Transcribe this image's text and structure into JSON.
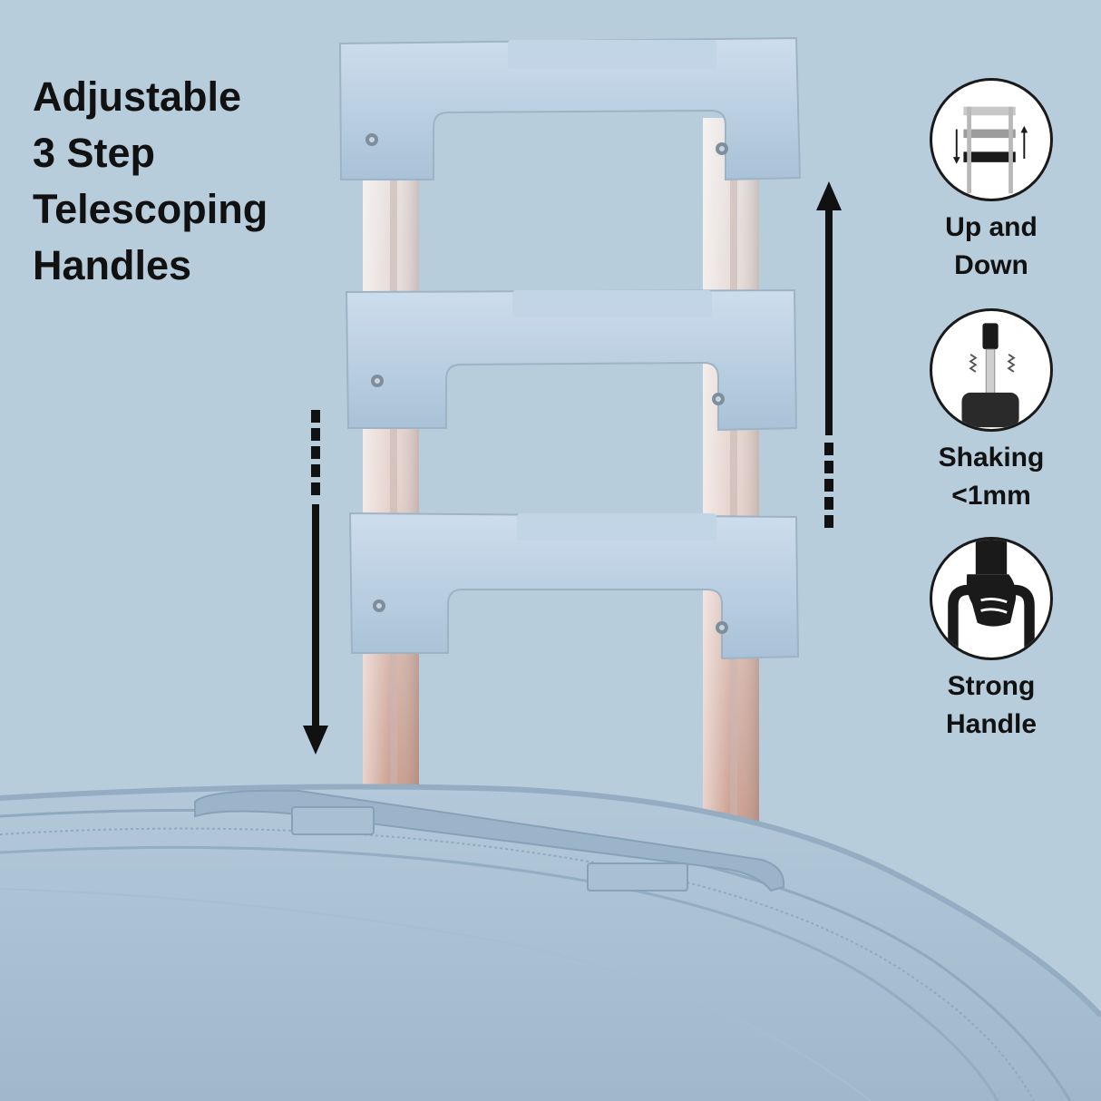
{
  "headline": {
    "lines": [
      "Adjustable",
      "3 Step",
      "Telescoping",
      "Handles"
    ]
  },
  "features": [
    {
      "icon": "up-down-handle-icon",
      "lines": [
        "Up and",
        "Down"
      ]
    },
    {
      "icon": "low-shake-handle-icon",
      "lines": [
        "Shaking",
        "<1mm"
      ]
    },
    {
      "icon": "hand-grip-icon",
      "lines": [
        "Strong",
        "Handle"
      ]
    }
  ],
  "colors": {
    "background": "#b8cddc",
    "luggage": "#a9c2d6",
    "text": "#111111"
  }
}
